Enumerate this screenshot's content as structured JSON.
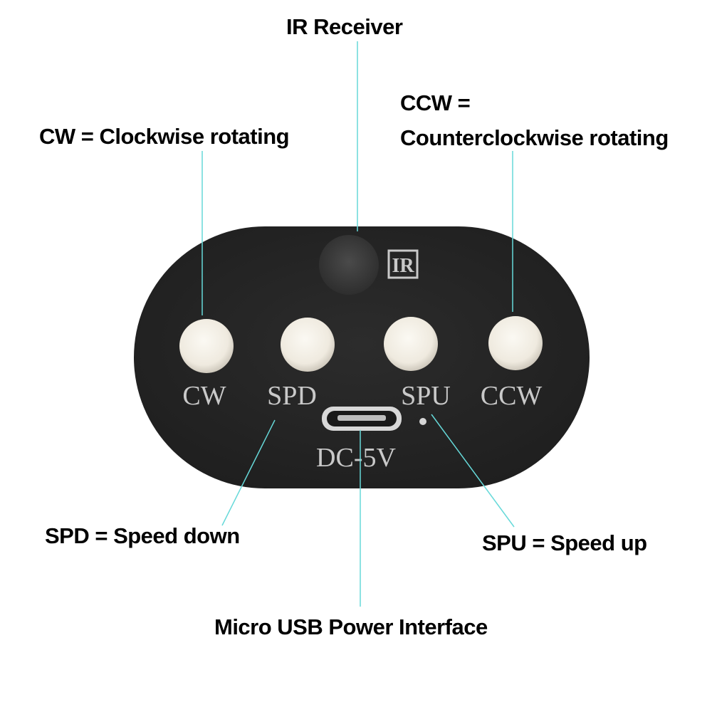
{
  "callouts": {
    "ir_receiver": "IR Receiver",
    "ccw_line1": "CCW =",
    "ccw_line2": "Counterclockwise rotating",
    "cw": "CW = Clockwise rotating",
    "spd": "SPD = Speed down",
    "spu": "SPU = Speed up",
    "usb": "Micro USB Power Interface"
  },
  "board": {
    "button_labels": {
      "cw": "CW",
      "spd": "SPD",
      "spu": "SPU",
      "ccw": "CCW"
    },
    "ir_mark": "IR",
    "power_label": "DC-5V"
  },
  "colors": {
    "board": "#262626",
    "button": "#f3efe6",
    "silkscreen": "#c9c9c9",
    "leader_line": "#66d9d9",
    "ir_sensor": "#3a3a3a"
  }
}
